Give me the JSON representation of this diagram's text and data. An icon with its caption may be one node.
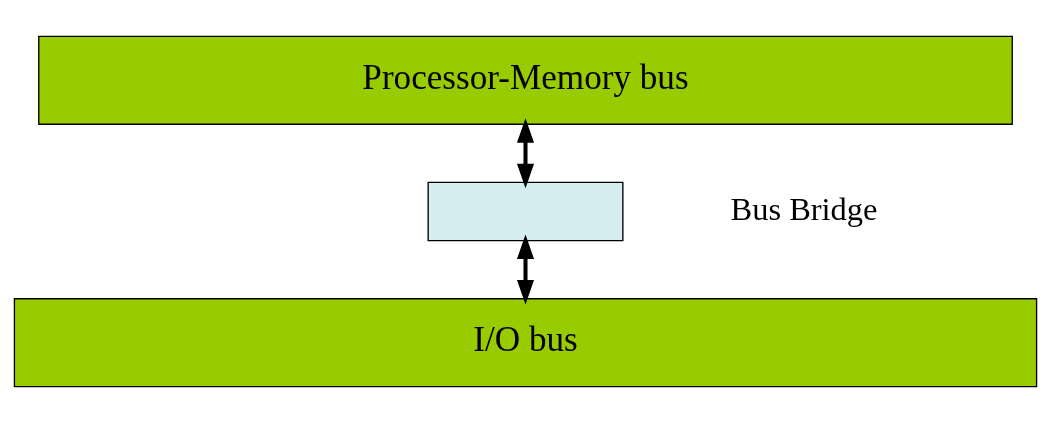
{
  "diagram": {
    "nodes": [
      {
        "text": [
          "Processor-Memory bus"
        ]
      },
      {
        "text": [],
        "shape": "box",
        "beside": [
          "Bus Bridge"
        ]
      },
      {
        "text": [
          "I/O bus"
        ]
      }
    ],
    "edges": [
      {
        "from": 0,
        "to": 1,
        "arrow": "both"
      },
      {
        "from": 1,
        "to": 2,
        "arrow": "both"
      }
    ]
  }
}
